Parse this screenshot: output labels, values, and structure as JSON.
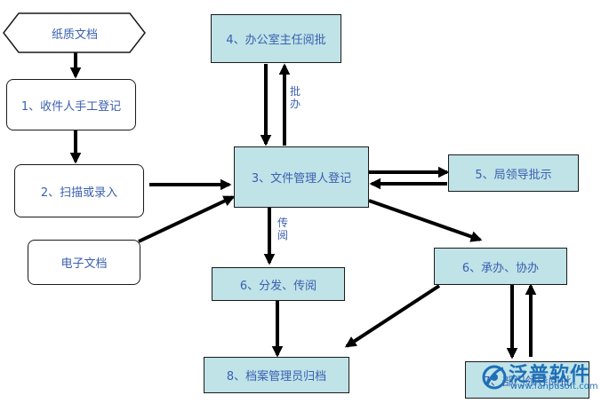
{
  "nodes": {
    "paper": "纸质文档",
    "receive": "1、收件人手工登记",
    "scan": "2、扫描或录入",
    "electronic": "电子文档",
    "register": "3、文件管理人登记",
    "office": "4、办公室主任阅批",
    "bureau": "5、局领导批示",
    "undertake": "6、承办、协办",
    "distribute": "6、分发、传阅",
    "dept": "7、部门领导阅批",
    "archive": "8、档案管理员归档"
  },
  "edge_labels": {
    "approve": "批办",
    "circulate": "传阅"
  },
  "watermark": {
    "brand": "泛普软件",
    "url": "www.fanpusoft.com"
  },
  "colors": {
    "box_fill": "#bfe3e7",
    "text": "#3a5fb0",
    "arrow": "#000000",
    "brand": "#1e6fb8"
  }
}
